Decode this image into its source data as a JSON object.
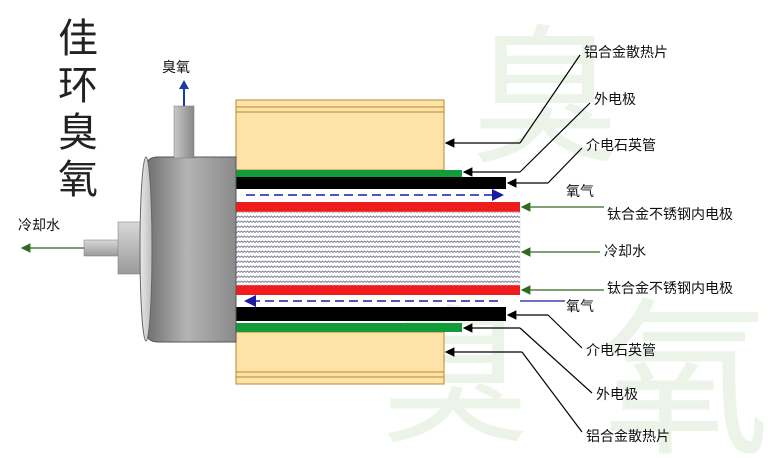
{
  "brand": {
    "chars": [
      "佳",
      "环",
      "臭",
      "氧"
    ]
  },
  "labels": {
    "ozone_out": "臭氧",
    "cooling_water_out": "冷却水",
    "top_heatsink": "铝合金散热片",
    "top_outer_electrode": "外电极",
    "top_quartz_tube": "介电石英管",
    "top_oxygen": "氧气",
    "top_inner_electrode": "钛合金不锈钢内电极",
    "cooling_water": "冷却水",
    "bottom_inner_electrode": "钛合金不锈钢内电极",
    "bottom_oxygen": "氧气",
    "bottom_quartz_tube": "介电石英管",
    "bottom_outer_electrode": "外电极",
    "bottom_heatsink": "铝合金散热片"
  },
  "colors": {
    "heatsink": "#fde3a7",
    "heatsink_edge": "#b48a2e",
    "outer_electrode": "#139a39",
    "quartz_tube": "#000000",
    "inner_electrode": "#ee1c1c",
    "oxygen_arrow": "#1a1aa6",
    "ozone_arrow": "#1a3aa6",
    "cooling_arrow": "#2e6b1f",
    "cylinder": "#8e8e8e"
  }
}
